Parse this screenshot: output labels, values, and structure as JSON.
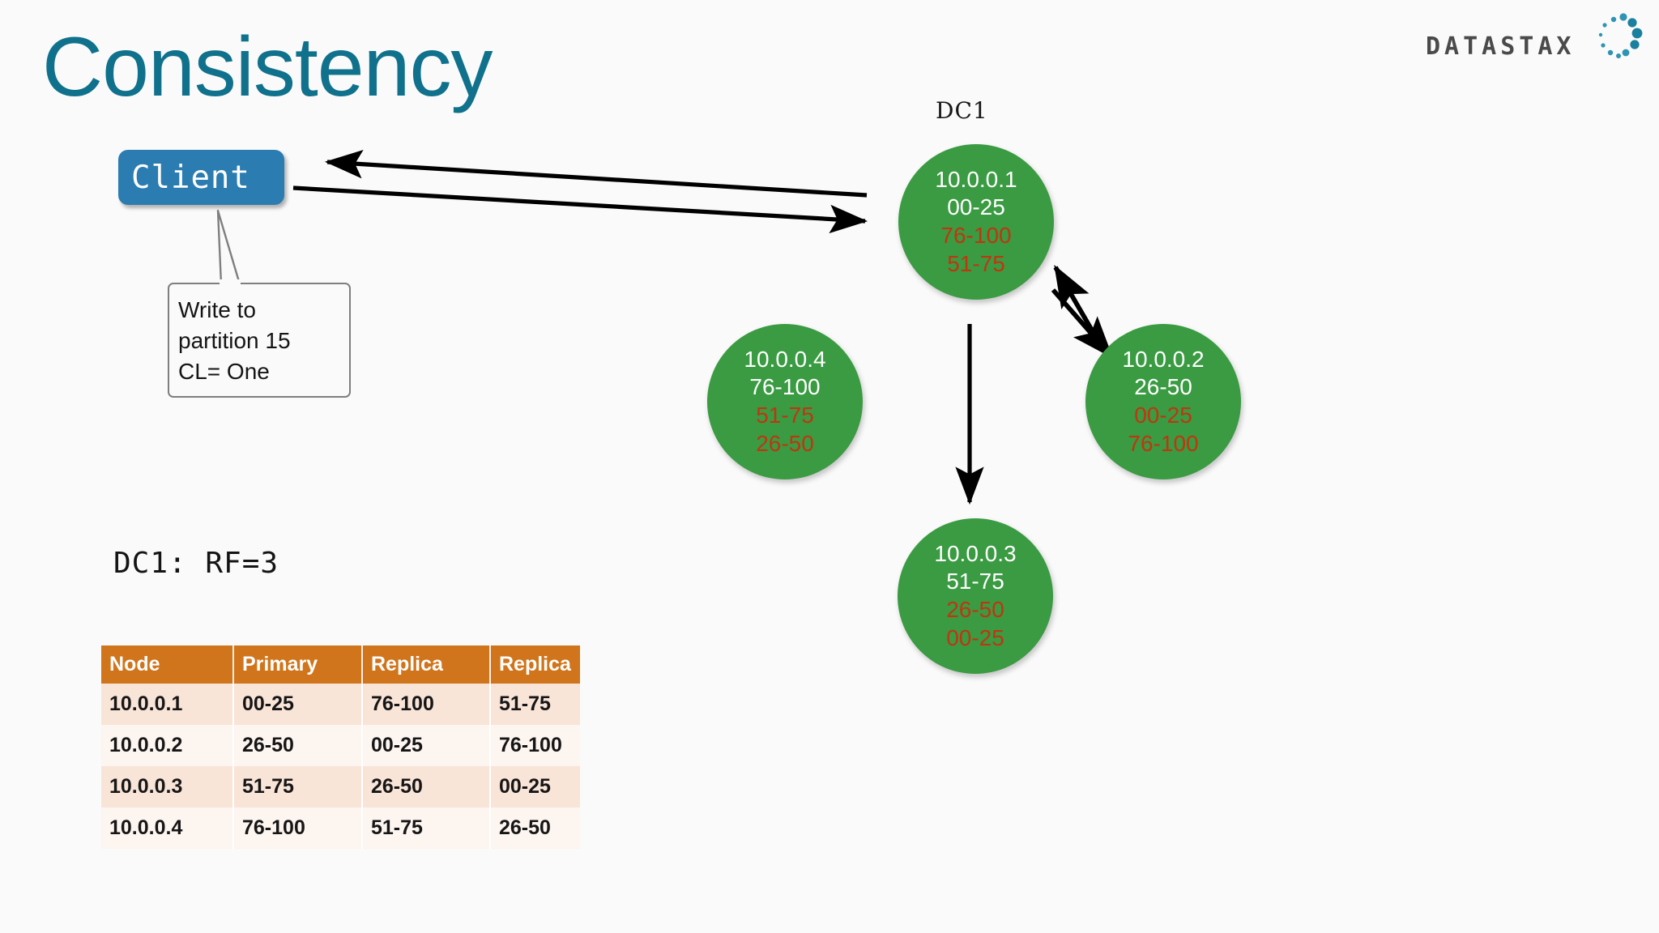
{
  "slide": {
    "title": "Consistency",
    "background_color": "#fafafa",
    "title_color": "#10718c"
  },
  "logo": {
    "text": "DATASTAX",
    "text_color": "#4a4a4a",
    "dot_color": "#1b7f9e"
  },
  "client": {
    "label": "Client",
    "fill_color": "#2b7cb0"
  },
  "callout": {
    "text": "Write to\npartition 15\nCL= One",
    "line1": "Write to",
    "line2": "partition 15",
    "line3": "CL= One"
  },
  "cluster": {
    "dc_label": "DC1",
    "rf_label": "DC1: RF=3",
    "node_fill_color": "#3a9b42",
    "primary_text_color": "#ffffff",
    "replica_text_color": "#c0360f",
    "nodes": [
      {
        "id": "10.0.0.1",
        "name": "10.0.0.1",
        "primary": "00-25",
        "replica1": "76-100",
        "replica2": "51-75"
      },
      {
        "id": "10.0.0.4",
        "name": "10.0.0.4",
        "primary": "76-100",
        "replica1": "51-75",
        "replica2": "26-50"
      },
      {
        "id": "10.0.0.2",
        "name": "10.0.0.2",
        "primary": "26-50",
        "replica1": "00-25",
        "replica2": "76-100"
      },
      {
        "id": "10.0.0.3",
        "name": "10.0.0.3",
        "primary": "51-75",
        "replica1": "26-50",
        "replica2": "00-25"
      }
    ]
  },
  "table": {
    "header_color": "#d0751b",
    "columns": [
      "Node",
      "Primary",
      "Replica",
      "Replica"
    ],
    "rows": [
      [
        "10.0.0.1",
        "00-25",
        "76-100",
        "51-75"
      ],
      [
        "10.0.0.2",
        "26-50",
        "00-25",
        "76-100"
      ],
      [
        "10.0.0.3",
        "51-75",
        "26-50",
        "00-25"
      ],
      [
        "10.0.0.4",
        "76-100",
        "51-75",
        "26-50"
      ]
    ]
  },
  "arrows": {
    "client_to_node1": "request",
    "node1_to_client": "response",
    "node1_to_node2": "replicate",
    "node2_to_node1": "replicate",
    "node1_to_node3": "replicate"
  }
}
